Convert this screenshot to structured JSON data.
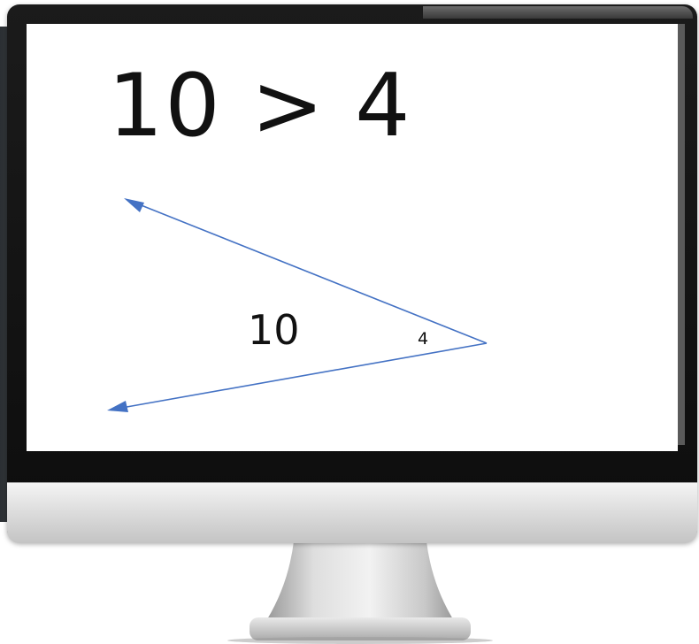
{
  "screen": {
    "heading": "10 > 4",
    "angle_label_large": "10",
    "angle_label_small": "4"
  },
  "icons": {
    "monitor": "computer-monitor-icon",
    "arrow_upper": "arrowhead-icon",
    "arrow_lower": "arrowhead-icon"
  },
  "colors": {
    "arrow": "#4472c4",
    "bezel": "#111111",
    "chin": "#dcdcdc",
    "screen": "#ffffff"
  }
}
